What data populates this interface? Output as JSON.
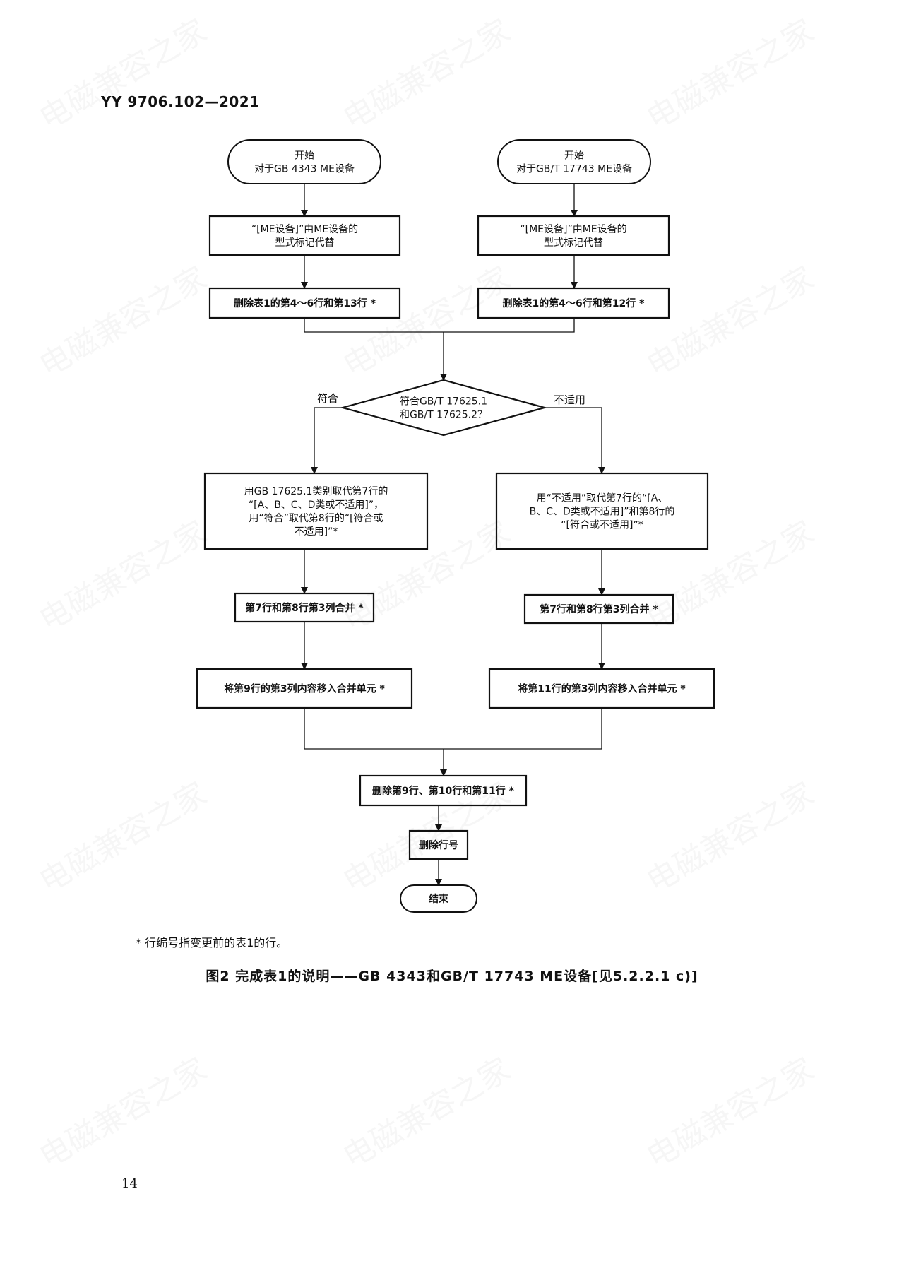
{
  "header": {
    "standard_id": "YY 9706.102—2021"
  },
  "watermark": {
    "text": "电磁兼容之家"
  },
  "flow": {
    "start_left": [
      "开始",
      "对于GB 4343 ME设备"
    ],
    "start_right": [
      "开始",
      "对于GB/T 17743 ME设备"
    ],
    "replace_left": [
      "“[ME设备]”由ME设备的",
      "型式标记代替"
    ],
    "replace_right": [
      "“[ME设备]”由ME设备的",
      "型式标记代替"
    ],
    "delete_left": [
      "删除表1的第4～6行和第13行 *"
    ],
    "delete_right": [
      "删除表1的第4～6行和第12行 *"
    ],
    "decision": [
      "符合GB/T 17625.1",
      "和GB/T 17625.2？"
    ],
    "label_yes": "符合",
    "label_no": "不适用",
    "yes_action": [
      "用GB 17625.1类别取代第7行的",
      "“[A、B、C、D类或不适用]”，",
      "用“符合”取代第8行的“[符合或",
      "不适用]”*"
    ],
    "no_action": [
      "用“不适用”取代第7行的“[A、",
      "B、C、D类或不适用]”和第8行的",
      "“[符合或不适用]”*"
    ],
    "merge_left": [
      "第7行和第8行第3列合并 *"
    ],
    "merge_right": [
      "第7行和第8行第3列合并 *"
    ],
    "move_left": [
      "将第9行的第3列内容移入合并单元 *"
    ],
    "move_right": [
      "将第11行的第3列内容移入合并单元 *"
    ],
    "delete_rows": [
      "删除第9行、第10行和第11行 *"
    ],
    "delete_numbers": [
      "删除行号"
    ],
    "end": [
      "结束"
    ]
  },
  "footnote": "* 行编号指变更前的表1的行。",
  "caption": "图2  完成表1的说明——GB 4343和GB/T 17743 ME设备[见5.2.2.1 c)]",
  "page_number": "14"
}
